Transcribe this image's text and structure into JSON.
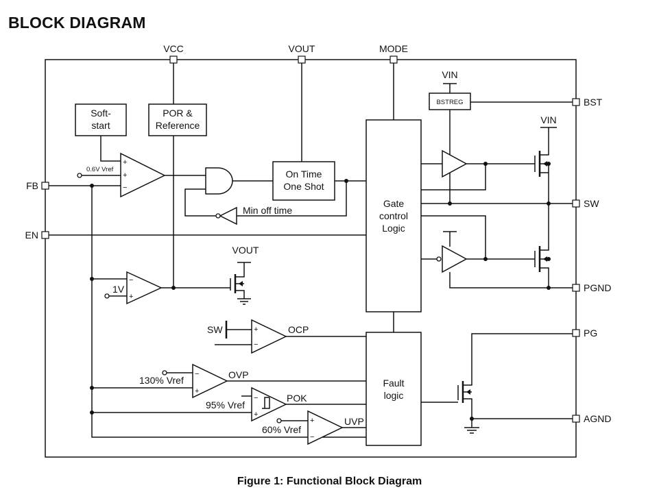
{
  "heading": "BLOCK DIAGRAM",
  "caption": "Figure 1: Functional Block Diagram",
  "pins": {
    "vcc": "VCC",
    "vout": "VOUT",
    "mode": "MODE",
    "bst": "BST",
    "sw": "SW",
    "pgnd": "PGND",
    "pg": "PG",
    "agnd": "AGND",
    "fb": "FB",
    "en": "EN"
  },
  "blocks": {
    "softstart_1": "Soft-",
    "softstart_2": "start",
    "por_1": "POR &",
    "por_2": "Reference",
    "ontime_1": "On Time",
    "ontime_2": "One Shot",
    "gate_1": "Gate",
    "gate_2": "control",
    "gate_3": "Logic",
    "fault_1": "Fault",
    "fault_2": "logic",
    "bstreg": "BSTREG"
  },
  "labels": {
    "vin_top": "VIN",
    "vin_fet": "VIN",
    "vout_fet": "VOUT",
    "ref_06": "0.6V Vref",
    "min_off": "Min off time",
    "one_v": "1V",
    "sw_in": "SW",
    "ocp": "OCP",
    "ref_130": "130% Vref",
    "ovp": "OVP",
    "ref_95": "95% Vref",
    "pok": "POK",
    "ref_60": "60% Vref",
    "uvp": "UVP",
    "plus": "+",
    "minus": "−"
  }
}
